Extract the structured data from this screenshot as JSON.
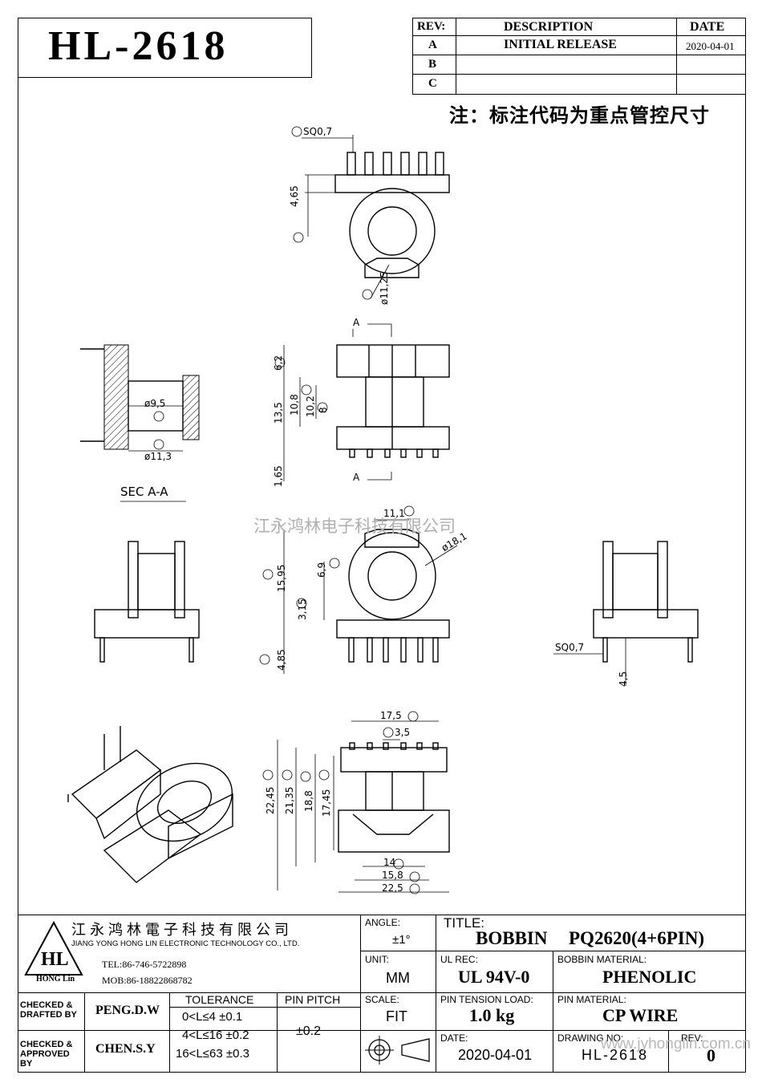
{
  "part_no": "HL-2618",
  "revision_table": {
    "headers": {
      "rev": "REV:",
      "description": "DESCRIPTION",
      "date": "DATE"
    },
    "rows": [
      {
        "rev": "A",
        "description": "INITIAL RELEASE",
        "date": "2020-04-01"
      },
      {
        "rev": "B",
        "description": "",
        "date": ""
      },
      {
        "rev": "C",
        "description": "",
        "date": ""
      }
    ]
  },
  "note": "注：标注代码为重点管控尺寸",
  "section_label": "SEC A-A",
  "section_marks": {
    "top": "A",
    "bottom": "A"
  },
  "watermark": "江永鸿林电子科技有限公司",
  "dims": {
    "A": "SQ0,7",
    "B": "4,65",
    "C": "ø11,25",
    "D": "ø9,5",
    "E": "ø11,3",
    "F": "6,2",
    "F2": "13,5",
    "G": "10,2",
    "G2": "10,8",
    "H": "8",
    "H2": "1,65",
    "M": "11,1",
    "N": "ø18,1",
    "L": "6,9",
    "I": "15,95",
    "K": "3,15",
    "J": "4,85",
    "side_sq": "SQ0,7",
    "side_len": "4,5",
    "S": "17,5",
    "T": "3,5",
    "O": "22,45",
    "P": "21,35",
    "Q": "18,8",
    "R": "17,45",
    "U": "14",
    "V": "15,8",
    "W": "22,5"
  },
  "title_block": {
    "company_cn": "江永鸿林電子科技有限公司",
    "company_en": "JIANG YONG HONG LIN ELECTRONIC TECHNOLOGY CO., LTD.",
    "logo_text": "HL",
    "logo_sub": "HONG Lin",
    "tel": "TEL:86-746-5722898",
    "mob": "MOB:86-18822868782",
    "angle_label": "ANGLE:",
    "angle_value": "±1°",
    "title_label": "TITLE:",
    "title_value_1": "BOBBIN",
    "title_value_2": "PQ2620(4+6PIN)",
    "unit_label": "UNIT:",
    "unit_value": "MM",
    "ul_label": "UL REC:",
    "ul_value": "UL 94V-0",
    "material_label": "BOBBIN MATERIAL:",
    "material_value": "PHENOLIC",
    "checked_drafted": "CHECKED & DRAFTED BY",
    "drafter": "PENG.D.W",
    "tolerance_label": "TOLERANCE",
    "tolerance_rows": [
      "0<L≤4  ±0.1",
      "4<L≤16 ±0.2",
      "16<L≤63 ±0.3"
    ],
    "pin_pitch_label": "PIN PITCH",
    "pin_pitch_value": "±0.2",
    "scale_label": "SCALE:",
    "scale_value": "FIT",
    "pin_tension_label": "PIN TENSION LOAD:",
    "pin_tension_value": "1.0 kg",
    "pin_material_label": "PIN MATERIAL:",
    "pin_material_value": "CP WIRE",
    "checked_approved": "CHECKED & APPROVED BY",
    "approver": "CHEN.S.Y",
    "date_label": "DATE:",
    "date_value": "2020-04-01",
    "drawing_no_label": "DRAWING NO:",
    "drawing_no_value": "HL-2618",
    "rev_label": "REV:",
    "rev_value": "0",
    "website": "www.jyhonglin.com.cn"
  }
}
